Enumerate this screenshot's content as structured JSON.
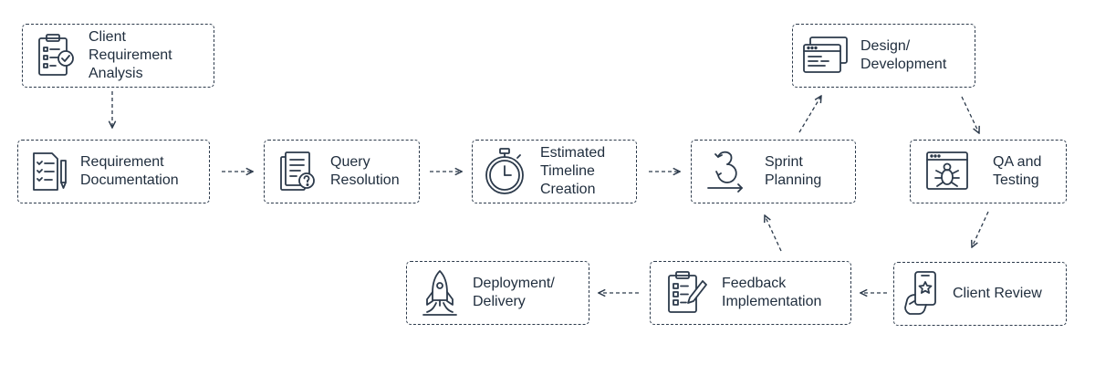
{
  "colors": {
    "stroke": "#2c3a4b",
    "text": "#1f2d3d",
    "background": "#ffffff"
  },
  "steps": [
    {
      "label": "Client\nRequirement\nAnalysis",
      "icon": "clipboard-check-icon"
    },
    {
      "label": "Requirement\nDocumentation",
      "icon": "checklist-pen-icon"
    },
    {
      "label": "Query\nResolution",
      "icon": "document-question-icon"
    },
    {
      "label": "Estimated\nTimeline\nCreation",
      "icon": "stopwatch-icon"
    },
    {
      "label": "Sprint\nPlanning",
      "icon": "sprint-cycle-icon"
    },
    {
      "label": "Design/\nDevelopment",
      "icon": "code-window-icon"
    },
    {
      "label": "QA and\nTesting",
      "icon": "bug-window-icon"
    },
    {
      "label": "Client Review",
      "icon": "phone-star-icon"
    },
    {
      "label": "Feedback\nImplementation",
      "icon": "clipboard-pencil-icon"
    },
    {
      "label": "Deployment/\nDelivery",
      "icon": "rocket-icon"
    }
  ]
}
